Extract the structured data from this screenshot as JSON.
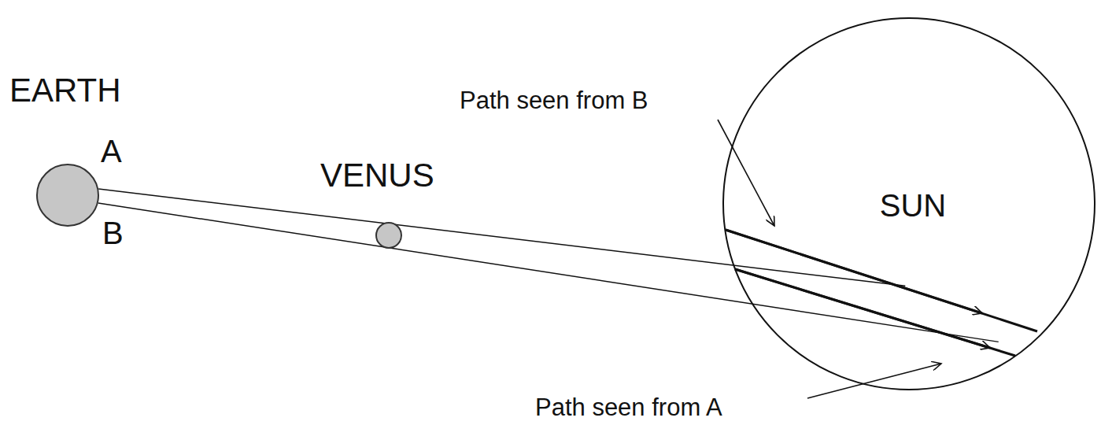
{
  "diagram": {
    "nodes": [
      {
        "text": [
          "EARTH"
        ]
      },
      {
        "text": [
          "VENUS"
        ]
      },
      {
        "text": [
          "SUN"
        ]
      }
    ],
    "edges": [
      {
        "from": 0,
        "to": 2,
        "arrow": "none"
      },
      {
        "from": 0,
        "to": 2,
        "arrow": "none"
      }
    ],
    "labels": [
      "A",
      "B",
      "Path seen from B",
      "Path seen from A"
    ]
  }
}
